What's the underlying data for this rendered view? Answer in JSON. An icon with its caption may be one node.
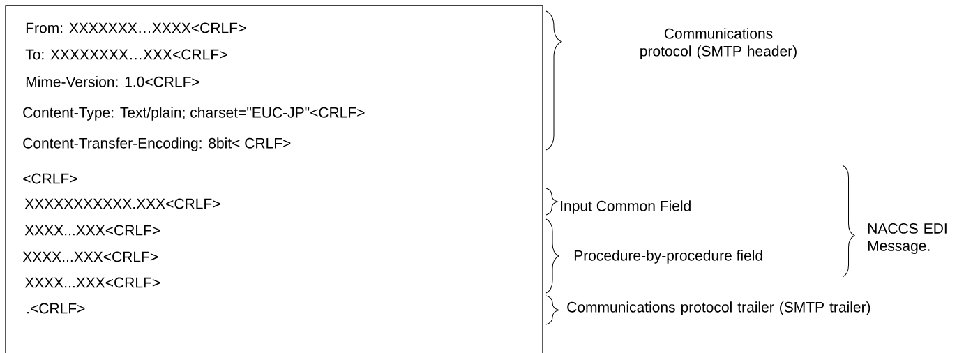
{
  "diagram": {
    "nodes": [
      {
        "text": [
          "From: XXXXXXX…XXXX<CRLF>",
          "To: XXXXXXXX…XXX<CRLF>",
          "Mime-Version: 1.0<CRLF>",
          "Content-Type: Text/plain;   charset=\"EUC-JP\"<CRLF>",
          "Content-Transfer-Encoding: 8bit< CRLF>",
          "<CRLF>",
          "XXXXXXXXXXX.XXX<CRLF>",
          "XXXX...XXX<CRLF>",
          "XXXX...XXX<CRLF>",
          "XXXX...XXX<CRLF>",
          ".<CRLF>"
        ]
      }
    ],
    "labels": [
      "Communications protocol (SMTP header)",
      "Input Common Field",
      "Procedure-by-procedure field",
      "NACCS EDI Message.",
      "Communications protocol trailer (SMTP trailer)"
    ]
  }
}
